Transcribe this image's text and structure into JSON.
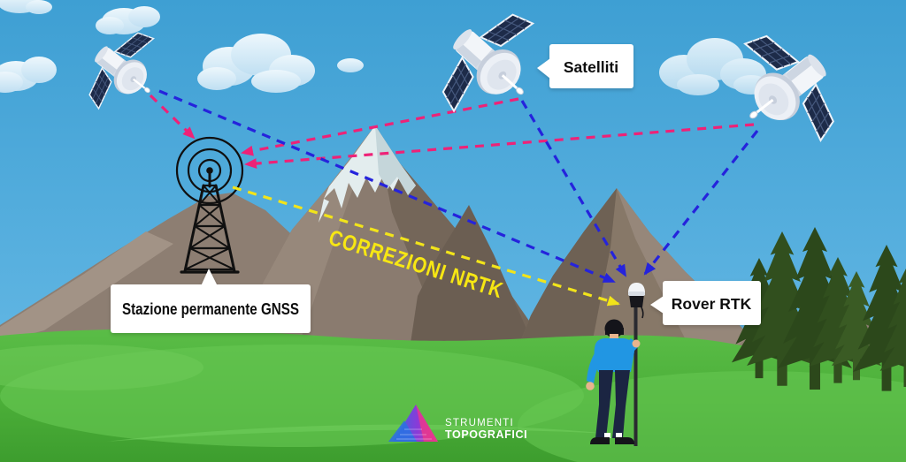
{
  "labels": {
    "satellites": "Satelliti",
    "gnss_station": "Stazione permanente GNSS",
    "rover": "Rover RTK",
    "corrections": "CORREZIONI NRTK"
  },
  "logo": {
    "line1": "STRUMENTI",
    "line2": "TOPOGRAFICI"
  },
  "colors": {
    "sky_top": "#3E9FD3",
    "sky_bottom": "#6CBDE8",
    "signal_to_station": "#EE2277",
    "signal_to_rover": "#2523DC",
    "corrections_link": "#F2E41A",
    "corrections_text": "#F7E713",
    "label_bg": "#FFFFFF",
    "label_text": "#111111",
    "grass": "#4FB23C",
    "mountain": "#8A7B6F",
    "tree": "#2C481B"
  }
}
